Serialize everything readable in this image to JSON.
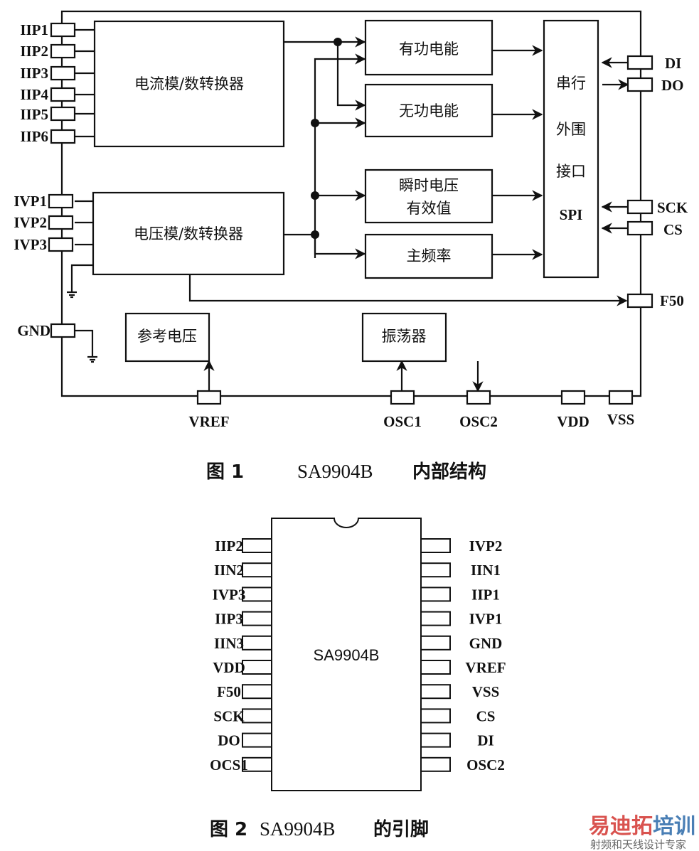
{
  "figure1": {
    "caption_num": "图 1",
    "caption_chip": "SA9904B",
    "caption_text": "内部结构",
    "blocks": {
      "current_adc": "电流模/数转换器",
      "voltage_adc": "电压模/数转换器",
      "active_energy": "有功电能",
      "reactive_energy": "无功电能",
      "rms_voltage_line1": "瞬时电压",
      "rms_voltage_line2": "有效值",
      "main_frequency": "主频率",
      "spi_line1": "串行",
      "spi_line2": "外围",
      "spi_line3": "接口",
      "spi_line4": "SPI",
      "reference_voltage": "参考电压",
      "oscillator": "振荡器"
    },
    "left_current_pins": [
      "IIP1",
      "IIP2",
      "IIP3",
      "IIP4",
      "IIP5",
      "IIP6"
    ],
    "left_voltage_pins": [
      "IVP1",
      "IVP2",
      "IVP3"
    ],
    "gnd_pin": "GND",
    "right_pins": {
      "di": "DI",
      "do": "DO",
      "sck": "SCK",
      "cs": "CS",
      "f50": "F50"
    },
    "bottom_pins": {
      "vref": "VREF",
      "osc1": "OSC1",
      "osc2": "OSC2",
      "vdd": "VDD",
      "vss": "VSS"
    }
  },
  "figure2": {
    "caption_num": "图 2",
    "caption_chip": "SA9904B",
    "caption_text": "的引脚",
    "chip_label": "SA9904B",
    "left_pins": [
      "IIP2",
      "IIN2",
      "IVP3",
      "IIP3",
      "IIN3",
      "VDD",
      "F50",
      "SCK",
      "DO",
      "OCS1"
    ],
    "right_pins": [
      "IVP2",
      "IIN1",
      "IIP1",
      "IVP1",
      "GND",
      "VREF",
      "VSS",
      "CS",
      "DI",
      "OSC2"
    ]
  },
  "watermark": {
    "brand_part1": "易迪拓",
    "brand_part2": "培训",
    "tagline": "射频和天线设计专家",
    "color_red": "#d9534f",
    "color_blue": "#4a7fb5"
  }
}
